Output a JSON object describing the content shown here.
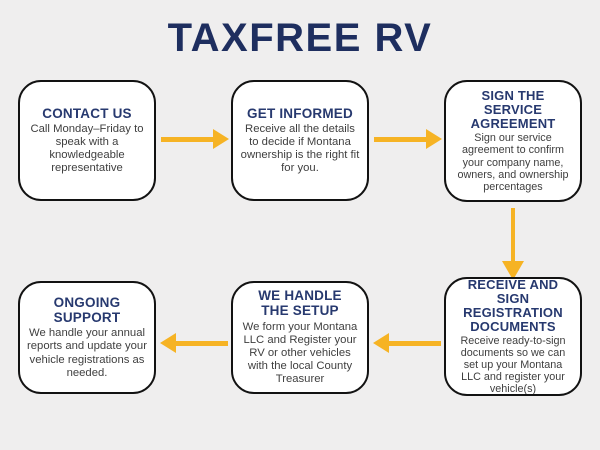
{
  "title": "TAXFREE RV",
  "colors": {
    "background": "#efeeee",
    "box_fill": "#ffffff",
    "box_border": "#121212",
    "title_navy": "#1e2e5f",
    "heading_navy": "#27396f",
    "body_text": "#3f3f3f",
    "arrow_yellow": "#f6b324"
  },
  "steps": [
    {
      "heading": "CONTACT US",
      "body": "Call Monday–Friday to speak with a knowledgeable representative"
    },
    {
      "heading": "GET INFORMED",
      "body": "Receive all the details to decide if Montana ownership is the right fit for you."
    },
    {
      "heading": "SIGN THE\nSERVICE\nAGREEMENT",
      "body": "Sign our service agreement to confirm your company name, owners, and ownership percentages"
    },
    {
      "heading": "RECEIVE AND\nSIGN\nREGISTRATION\nDOCUMENTS",
      "body": "Receive ready-to-sign documents so we can set up your Montana LLC and register your vehicle(s)"
    },
    {
      "heading": "WE HANDLE\nTHE SETUP",
      "body": "We form your Montana LLC and Register your RV or other vehicles with the local County Treasurer"
    },
    {
      "heading": "ONGOING\nSUPPORT",
      "body": "We handle your annual reports and update your vehicle registrations as needed."
    }
  ],
  "arrows": [
    {
      "name": "arrow-right-icon",
      "direction": "right",
      "from": "CONTACT US",
      "to": "GET INFORMED"
    },
    {
      "name": "arrow-right-icon",
      "direction": "right",
      "from": "GET INFORMED",
      "to": "SIGN THE SERVICE AGREEMENT"
    },
    {
      "name": "arrow-down-icon",
      "direction": "down",
      "from": "SIGN THE SERVICE AGREEMENT",
      "to": "RECEIVE AND SIGN REGISTRATION DOCUMENTS"
    },
    {
      "name": "arrow-left-icon",
      "direction": "left",
      "from": "RECEIVE AND SIGN REGISTRATION DOCUMENTS",
      "to": "WE HANDLE THE SETUP"
    },
    {
      "name": "arrow-left-icon",
      "direction": "left",
      "from": "WE HANDLE THE SETUP",
      "to": "ONGOING SUPPORT"
    }
  ]
}
